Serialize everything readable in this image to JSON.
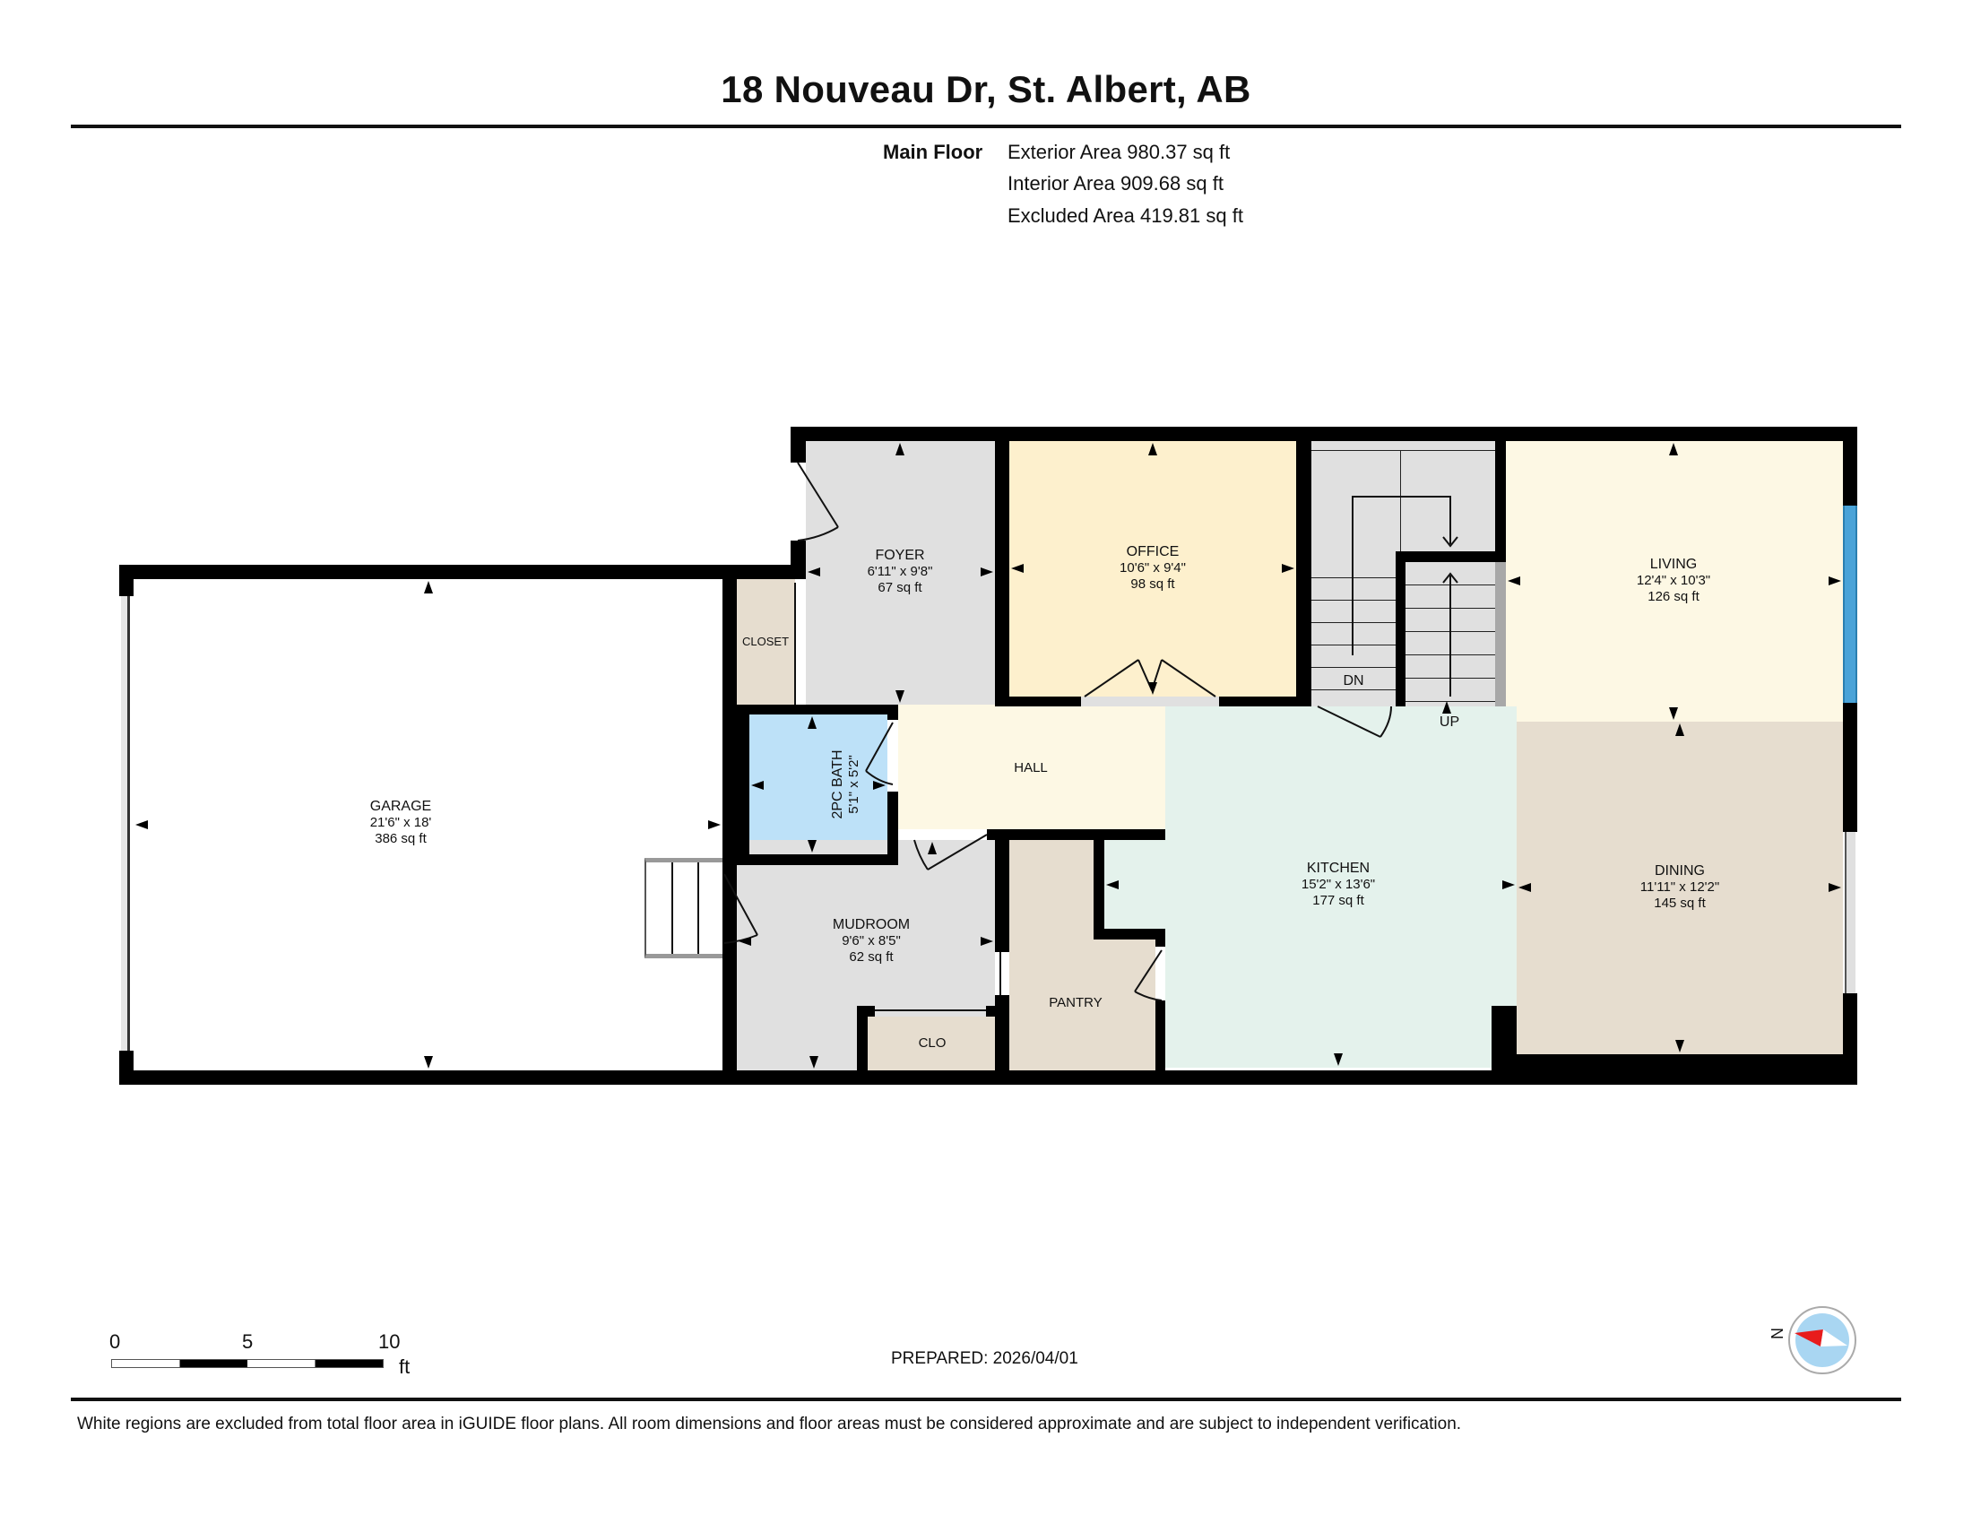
{
  "header": {
    "title": "18 Nouveau Dr, St. Albert, AB",
    "floor_label": "Main Floor",
    "exterior_area": "Exterior Area 980.37 sq ft",
    "interior_area": "Interior Area 909.68 sq ft",
    "excluded_area": "Excluded Area 419.81 sq ft"
  },
  "rooms": {
    "garage": {
      "name": "GARAGE",
      "dims": "21'6\" x 18'",
      "area": "386 sq ft",
      "color": "#ffffff"
    },
    "foyer": {
      "name": "FOYER",
      "dims": "6'11\" x 9'8\"",
      "area": "67 sq ft",
      "color": "#e0e0e0"
    },
    "office": {
      "name": "OFFICE",
      "dims": "10'6\" x 9'4\"",
      "area": "98 sq ft",
      "color": "#fdf0cd"
    },
    "living": {
      "name": "LIVING",
      "dims": "12'4\" x 10'3\"",
      "area": "126 sq ft",
      "color": "#fdf8e4"
    },
    "closet": {
      "name": "CLOSET",
      "color": "#e6ddcf"
    },
    "bath": {
      "name": "2PC BATH",
      "dims": "5'1\" x 5'2\"",
      "color": "#bde1f8"
    },
    "hall": {
      "name": "HALL",
      "color": "#fdf8e4"
    },
    "kitchen": {
      "name": "KITCHEN",
      "dims": "15'2\" x 13'6\"",
      "area": "177 sq ft",
      "color": "#e4f2ec"
    },
    "dining": {
      "name": "DINING",
      "dims": "11'11\" x 12'2\"",
      "area": "145 sq ft",
      "color": "#e6ddcf"
    },
    "mudroom": {
      "name": "MUDROOM",
      "dims": "9'6\" x 8'5\"",
      "area": "62 sq ft",
      "color": "#e0e0e0"
    },
    "clo": {
      "name": "CLO",
      "color": "#e6ddcf"
    },
    "pantry": {
      "name": "PANTRY",
      "color": "#e6ddcf"
    }
  },
  "stairs": {
    "down_label": "DN",
    "up_label": "UP"
  },
  "scale_bar": {
    "ticks": [
      "0",
      "5",
      "10"
    ],
    "unit": "ft"
  },
  "prepared": "PREPARED: 2026/04/01",
  "compass": {
    "label": "N"
  },
  "disclaimer": "White regions are excluded from total floor area in iGUIDE floor plans. All room dimensions and floor areas must be considered approximate and are subject to independent verification."
}
